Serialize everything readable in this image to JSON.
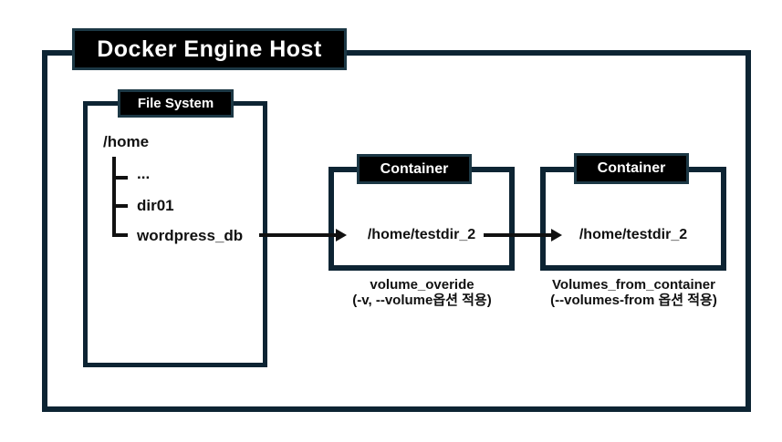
{
  "title": "Docker Engine Host",
  "file_system": {
    "label": "File System",
    "root": "/home",
    "children": [
      "...",
      "dir01",
      "wordpress_db"
    ]
  },
  "containers": [
    {
      "label": "Container",
      "path": "/home/testdir_2",
      "caption_line1": "volume_overide",
      "caption_line2": "(-v, --volume옵션 적용)"
    },
    {
      "label": "Container",
      "path": "/home/testdir_2",
      "caption_line1": "Volumes_from_container",
      "caption_line2": "(--volumes-from 옵션 적용)"
    }
  ],
  "colors": {
    "box_border": "#0d2433",
    "label_bg": "#000000",
    "label_border": "#1c3845",
    "label_text": "#ffffff",
    "text": "#111111",
    "arrow": "#111111",
    "background": "#ffffff"
  }
}
